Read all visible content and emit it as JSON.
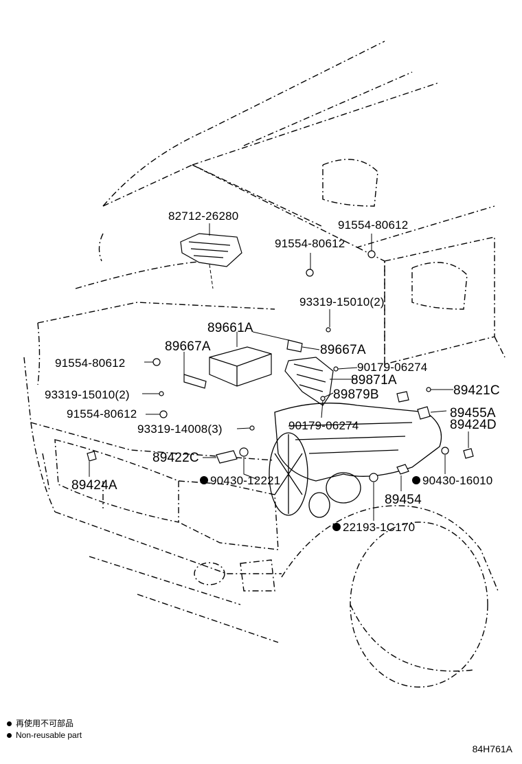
{
  "diagram": {
    "parts": [
      {
        "id": "p1",
        "number": "82712-26280"
      },
      {
        "id": "p2",
        "number": "91554-80612"
      },
      {
        "id": "p3",
        "number": "91554-80612"
      },
      {
        "id": "p4",
        "number": "93319-15010(2)"
      },
      {
        "id": "p5",
        "number": "89661A"
      },
      {
        "id": "p6",
        "number": "89667A"
      },
      {
        "id": "p7",
        "number": "89667A"
      },
      {
        "id": "p8",
        "number": "91554-80612"
      },
      {
        "id": "p9",
        "number": "90179-06274"
      },
      {
        "id": "p10",
        "number": "89871A"
      },
      {
        "id": "p11",
        "number": "93319-15010(2)"
      },
      {
        "id": "p12",
        "number": "89879B"
      },
      {
        "id": "p13",
        "number": "89421C"
      },
      {
        "id": "p14",
        "number": "91554-80612"
      },
      {
        "id": "p15",
        "number": "89455A"
      },
      {
        "id": "p16",
        "number": "93319-14008(3)"
      },
      {
        "id": "p17",
        "number": "90179-06274"
      },
      {
        "id": "p18",
        "number": "89424D"
      },
      {
        "id": "p19",
        "number": "89422C"
      },
      {
        "id": "p20",
        "number": "90430-12221",
        "non_reusable": true
      },
      {
        "id": "p21",
        "number": "90430-16010",
        "non_reusable": true
      },
      {
        "id": "p22",
        "number": "89424A"
      },
      {
        "id": "p23",
        "number": "89454"
      },
      {
        "id": "p24",
        "number": "22193-1C170",
        "non_reusable": true
      }
    ]
  },
  "legend": {
    "japanese": "再使用不可部品",
    "english": "Non-reusable part"
  },
  "figure_code": "84H761A"
}
